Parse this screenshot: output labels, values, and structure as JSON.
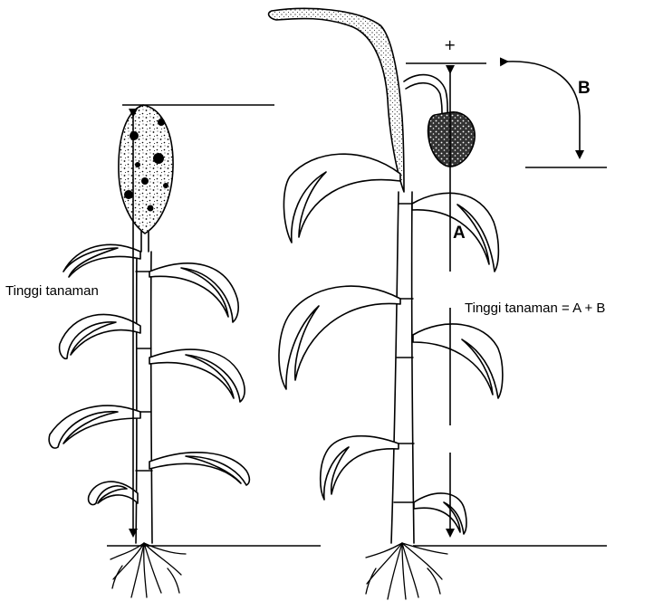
{
  "left_plant": {
    "height_label": "Tinggi tanaman"
  },
  "right_plant": {
    "height_label": "Tinggi tanaman = A + B",
    "segment_a_label": "A",
    "segment_b_label": "B",
    "top_marker": "+"
  },
  "colors": {
    "ink": "#000000",
    "background": "#ffffff"
  }
}
